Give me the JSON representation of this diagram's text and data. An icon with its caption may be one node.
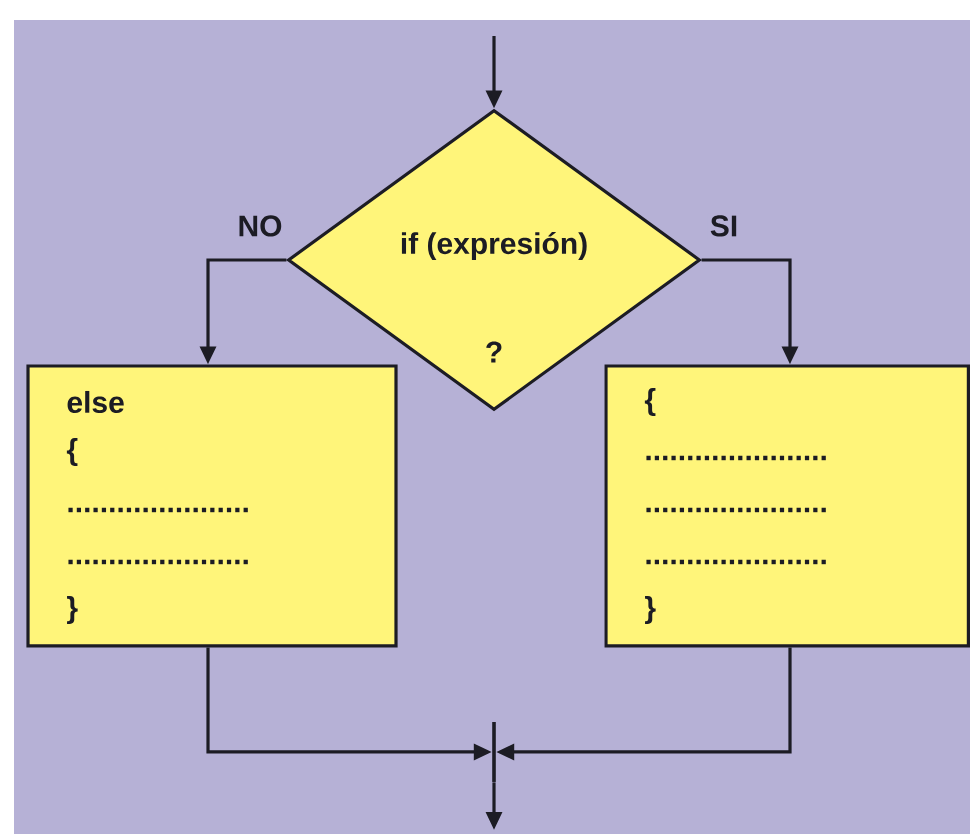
{
  "diagram": {
    "nodes": [
      {
        "text": [
          "if (expresión)",
          "?"
        ]
      },
      {
        "text": [
          "else",
          "{",
          "......................",
          "......................",
          "}"
        ]
      },
      {
        "text": [
          "{",
          "......................",
          "......................",
          "......................",
          "}"
        ]
      },
      {
        "text": [],
        "shape": "bar"
      }
    ],
    "edges": [
      {
        "from": null,
        "to": 0,
        "arrow": "to"
      },
      {
        "from": 0,
        "to": 1,
        "arrow": "to",
        "label": "NO"
      },
      {
        "from": 0,
        "to": 2,
        "arrow": "to",
        "label": "SI"
      },
      {
        "from": 1,
        "to": 3,
        "arrow": "to"
      },
      {
        "from": 2,
        "to": 3,
        "arrow": "to"
      },
      {
        "from": 3,
        "to": null,
        "arrow": "to"
      }
    ]
  }
}
